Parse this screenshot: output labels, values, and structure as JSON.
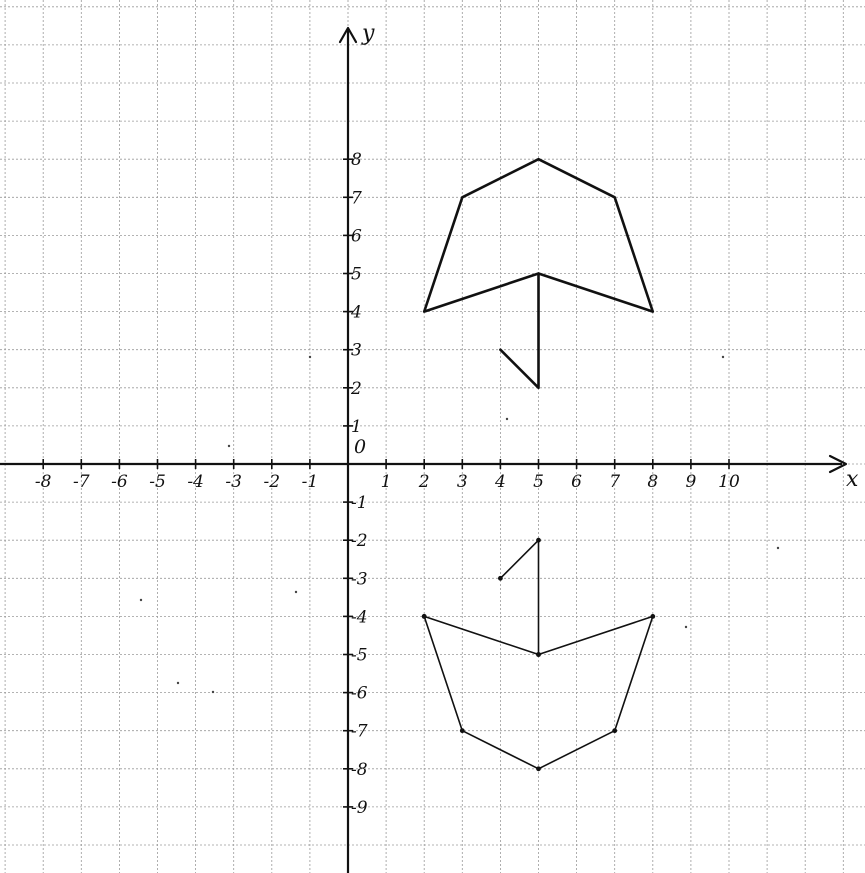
{
  "axes": {
    "x_name": "x",
    "y_name": "y",
    "origin": "0",
    "x_ticks": [
      {
        "v": -8,
        "label": "-8"
      },
      {
        "v": -7,
        "label": "-7"
      },
      {
        "v": -6,
        "label": "-6"
      },
      {
        "v": -5,
        "label": "-5"
      },
      {
        "v": -4,
        "label": "-4"
      },
      {
        "v": -3,
        "label": "-3"
      },
      {
        "v": -2,
        "label": "-2"
      },
      {
        "v": -1,
        "label": "-1"
      },
      {
        "v": 1,
        "label": "1"
      },
      {
        "v": 2,
        "label": "2"
      },
      {
        "v": 3,
        "label": "3"
      },
      {
        "v": 4,
        "label": "4"
      },
      {
        "v": 5,
        "label": "5"
      },
      {
        "v": 6,
        "label": "6"
      },
      {
        "v": 7,
        "label": "7"
      },
      {
        "v": 8,
        "label": "8"
      },
      {
        "v": 9,
        "label": "9"
      },
      {
        "v": 10,
        "label": "10"
      }
    ],
    "y_ticks": [
      {
        "v": 8,
        "label": "8"
      },
      {
        "v": 7,
        "label": "7"
      },
      {
        "v": 6,
        "label": "6"
      },
      {
        "v": 5,
        "label": "5"
      },
      {
        "v": 4,
        "label": "4"
      },
      {
        "v": 3,
        "label": "3"
      },
      {
        "v": 2,
        "label": "2"
      },
      {
        "v": 1,
        "label": "1"
      },
      {
        "v": -1,
        "label": "-1"
      },
      {
        "v": -2,
        "label": "-2"
      },
      {
        "v": -3,
        "label": "-3"
      },
      {
        "v": -4,
        "label": "-4"
      },
      {
        "v": -5,
        "label": "-5"
      },
      {
        "v": -6,
        "label": "-6"
      },
      {
        "v": -7,
        "label": "-7"
      },
      {
        "v": -8,
        "label": "-8"
      },
      {
        "v": -9,
        "label": "-9"
      }
    ]
  },
  "figures": [
    {
      "name": "umbrella-top",
      "canopy": [
        [
          2,
          4
        ],
        [
          3,
          7
        ],
        [
          5,
          8
        ],
        [
          7,
          7
        ],
        [
          8,
          4
        ],
        [
          5,
          5
        ],
        [
          2,
          4
        ]
      ],
      "handle": [
        [
          5,
          5
        ],
        [
          5,
          2
        ],
        [
          4,
          3
        ]
      ]
    },
    {
      "name": "umbrella-reflected",
      "canopy": [
        [
          2,
          -4
        ],
        [
          3,
          -7
        ],
        [
          5,
          -8
        ],
        [
          7,
          -7
        ],
        [
          8,
          -4
        ],
        [
          5,
          -5
        ],
        [
          2,
          -4
        ]
      ],
      "handle": [
        [
          5,
          -5
        ],
        [
          5,
          -2
        ],
        [
          4,
          -3
        ]
      ]
    }
  ],
  "colors": {
    "ink": "#111111",
    "grid": "#9a9a9a",
    "paper": "#ffffff"
  }
}
